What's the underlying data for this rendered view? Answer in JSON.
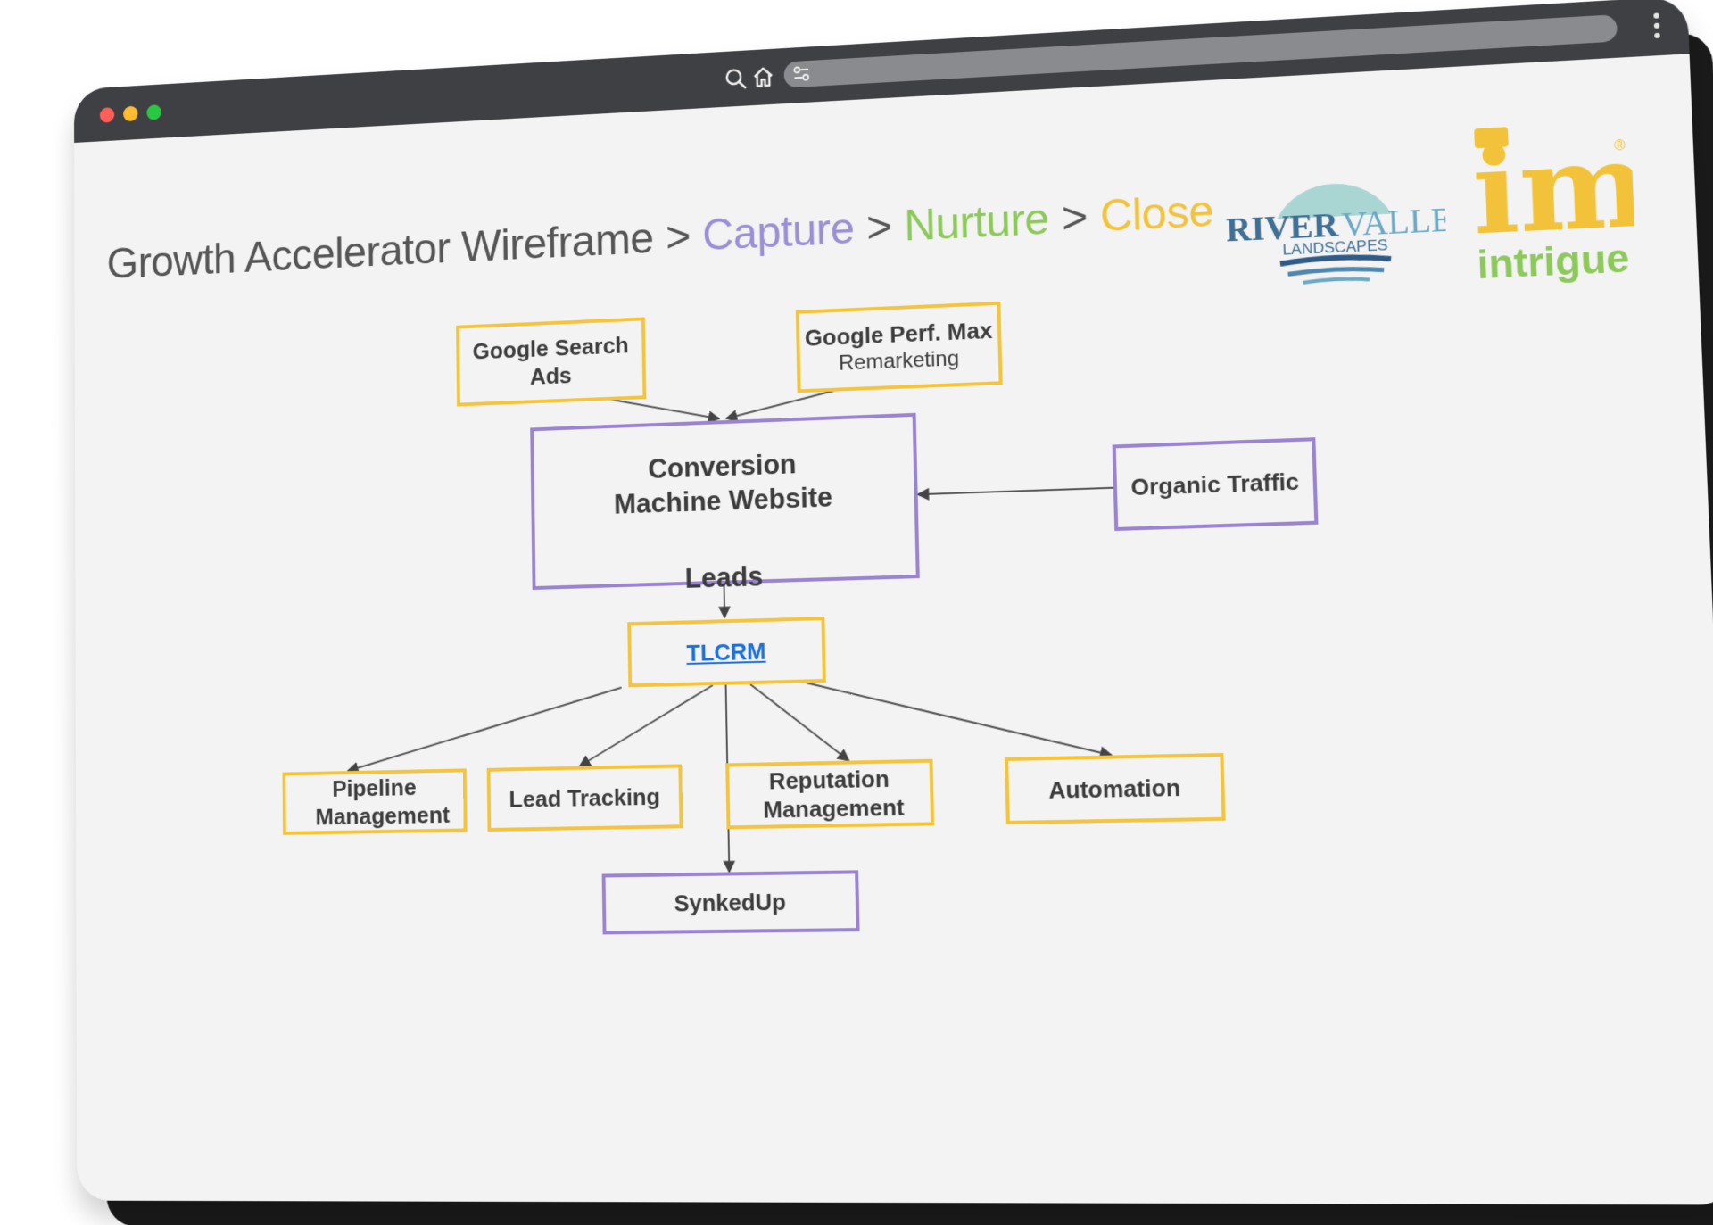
{
  "page_title": {
    "prefix": "Growth Accelerator Wireframe",
    "separator": ">",
    "capture": "Capture",
    "nurture": "Nurture",
    "close": "Close"
  },
  "colors": {
    "yellow_box": "#f4c53c",
    "purple_box": "#9a83d0",
    "capture": "#9a8fd6",
    "nurture": "#8cc85a",
    "close": "#f2c33a",
    "link": "#1a6fd8"
  },
  "logos": {
    "river_valley": {
      "word1": "RIVER",
      "word2": "VALLEY",
      "tagline": "LANDSCAPES"
    },
    "intrigue": {
      "mark": "im",
      "name": "intrigue",
      "registered": "®"
    }
  },
  "nodes": {
    "google_search_ads": "Google Search Ads",
    "google_perf_max": "Google Perf. Max",
    "remarketing": "Remarketing",
    "conversion_title": "Conversion Machine Website",
    "leads": "Leads",
    "organic_traffic": "Organic Traffic",
    "tlcrm": "TLCRM",
    "pipeline": "Pipeline Management",
    "lead_tracking": "Lead Tracking",
    "reputation": "Reputation Management",
    "automation": "Automation",
    "synkedup": "SynkedUp"
  },
  "toolbar_icons": [
    "search-icon",
    "home-icon",
    "tune-icon",
    "more-vert-icon"
  ]
}
